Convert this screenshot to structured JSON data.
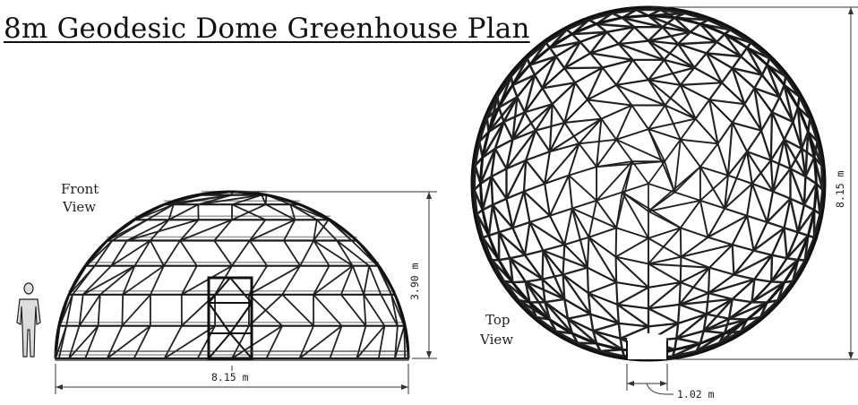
{
  "title": "8m Geodesic Dome Greenhouse Plan",
  "front_view": {
    "label_line1": "Front",
    "label_line2": "View",
    "width_dim": "8.15 m",
    "height_dim": "3.90 m"
  },
  "top_view": {
    "label_line1": "Top",
    "label_line2": "View",
    "diameter_dim": "8.15 m",
    "entry_dim": "1.02 m"
  }
}
